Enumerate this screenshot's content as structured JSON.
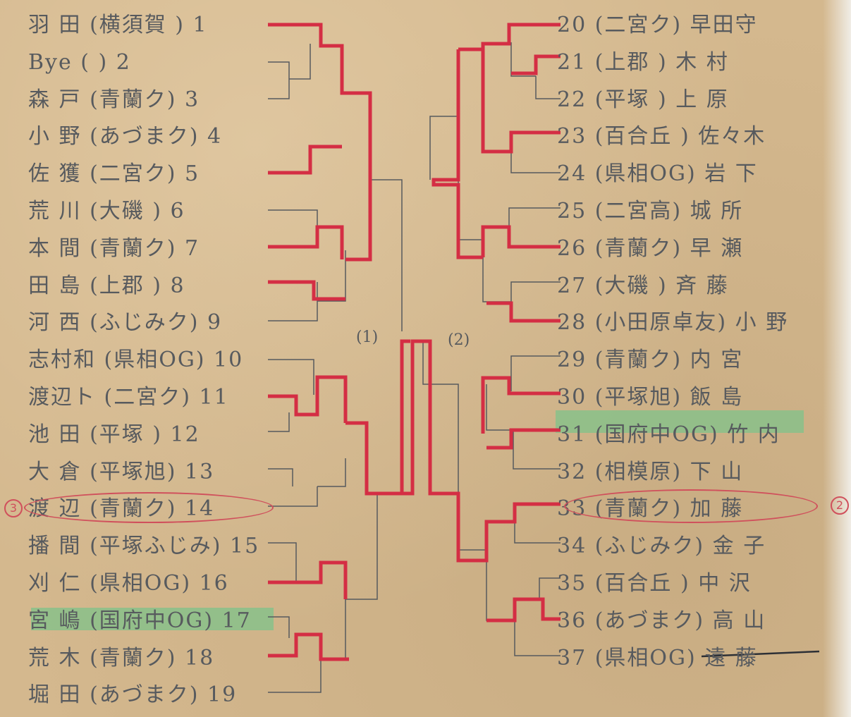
{
  "colors": {
    "paper": "#d4b88e",
    "ink": "#575a5e",
    "red": "#d42e44",
    "green": "#88c18a"
  },
  "left_entries": [
    "羽 田 (横須賀 ) 1",
    "Bye ( ) 2",
    "森 戸 (青蘭ク) 3",
    "小 野 (あづまク) 4",
    "佐 獲 (二宮ク) 5",
    "荒 川 (大磯 ) 6",
    "本 間 (青蘭ク) 7",
    "田 島 (上郡 ) 8",
    "河 西 (ふじみク) 9",
    "志村和 (県相OG) 10",
    "渡辺ト (二宮ク) 11",
    "池 田 (平塚 ) 12",
    "大 倉 (平塚旭) 13",
    "渡 辺 (青蘭ク) 14",
    "播 間 (平塚ふじみ) 15",
    "刈 仁 (県相OG) 16",
    "宮 嶋 (国府中OG) 17",
    "荒 木 (青蘭ク) 18",
    "堀 田 (あづまク) 19"
  ],
  "right_entries": [
    "20 (二宮ク) 早田守",
    "21 (上郡 ) 木 村",
    "22 (平塚 ) 上 原",
    "23 (百合丘 ) 佐々木",
    "24 (県相OG) 岩 下",
    "25 (二宮高) 城 所",
    "26 (青蘭ク) 早 瀬",
    "27 (大磯 ) 斉 藤",
    "28 (小田原卓友) 小 野",
    "29 (青蘭ク) 内 宮",
    "30 (平塚旭) 飯 島",
    "31 (国府中OG) 竹 内",
    "32 (相模原) 下 山",
    "33 (青蘭ク) 加 藤",
    "34 (ふじみク) 金 子",
    "35 (百合丘 ) 中 沢",
    "36 (あづまク) 高 山",
    "37 (県相OG) 遠 藤"
  ],
  "pools": {
    "left": "(1)",
    "right": "(2)"
  },
  "marks": {
    "left_rank": "3",
    "right_rank": "2"
  }
}
